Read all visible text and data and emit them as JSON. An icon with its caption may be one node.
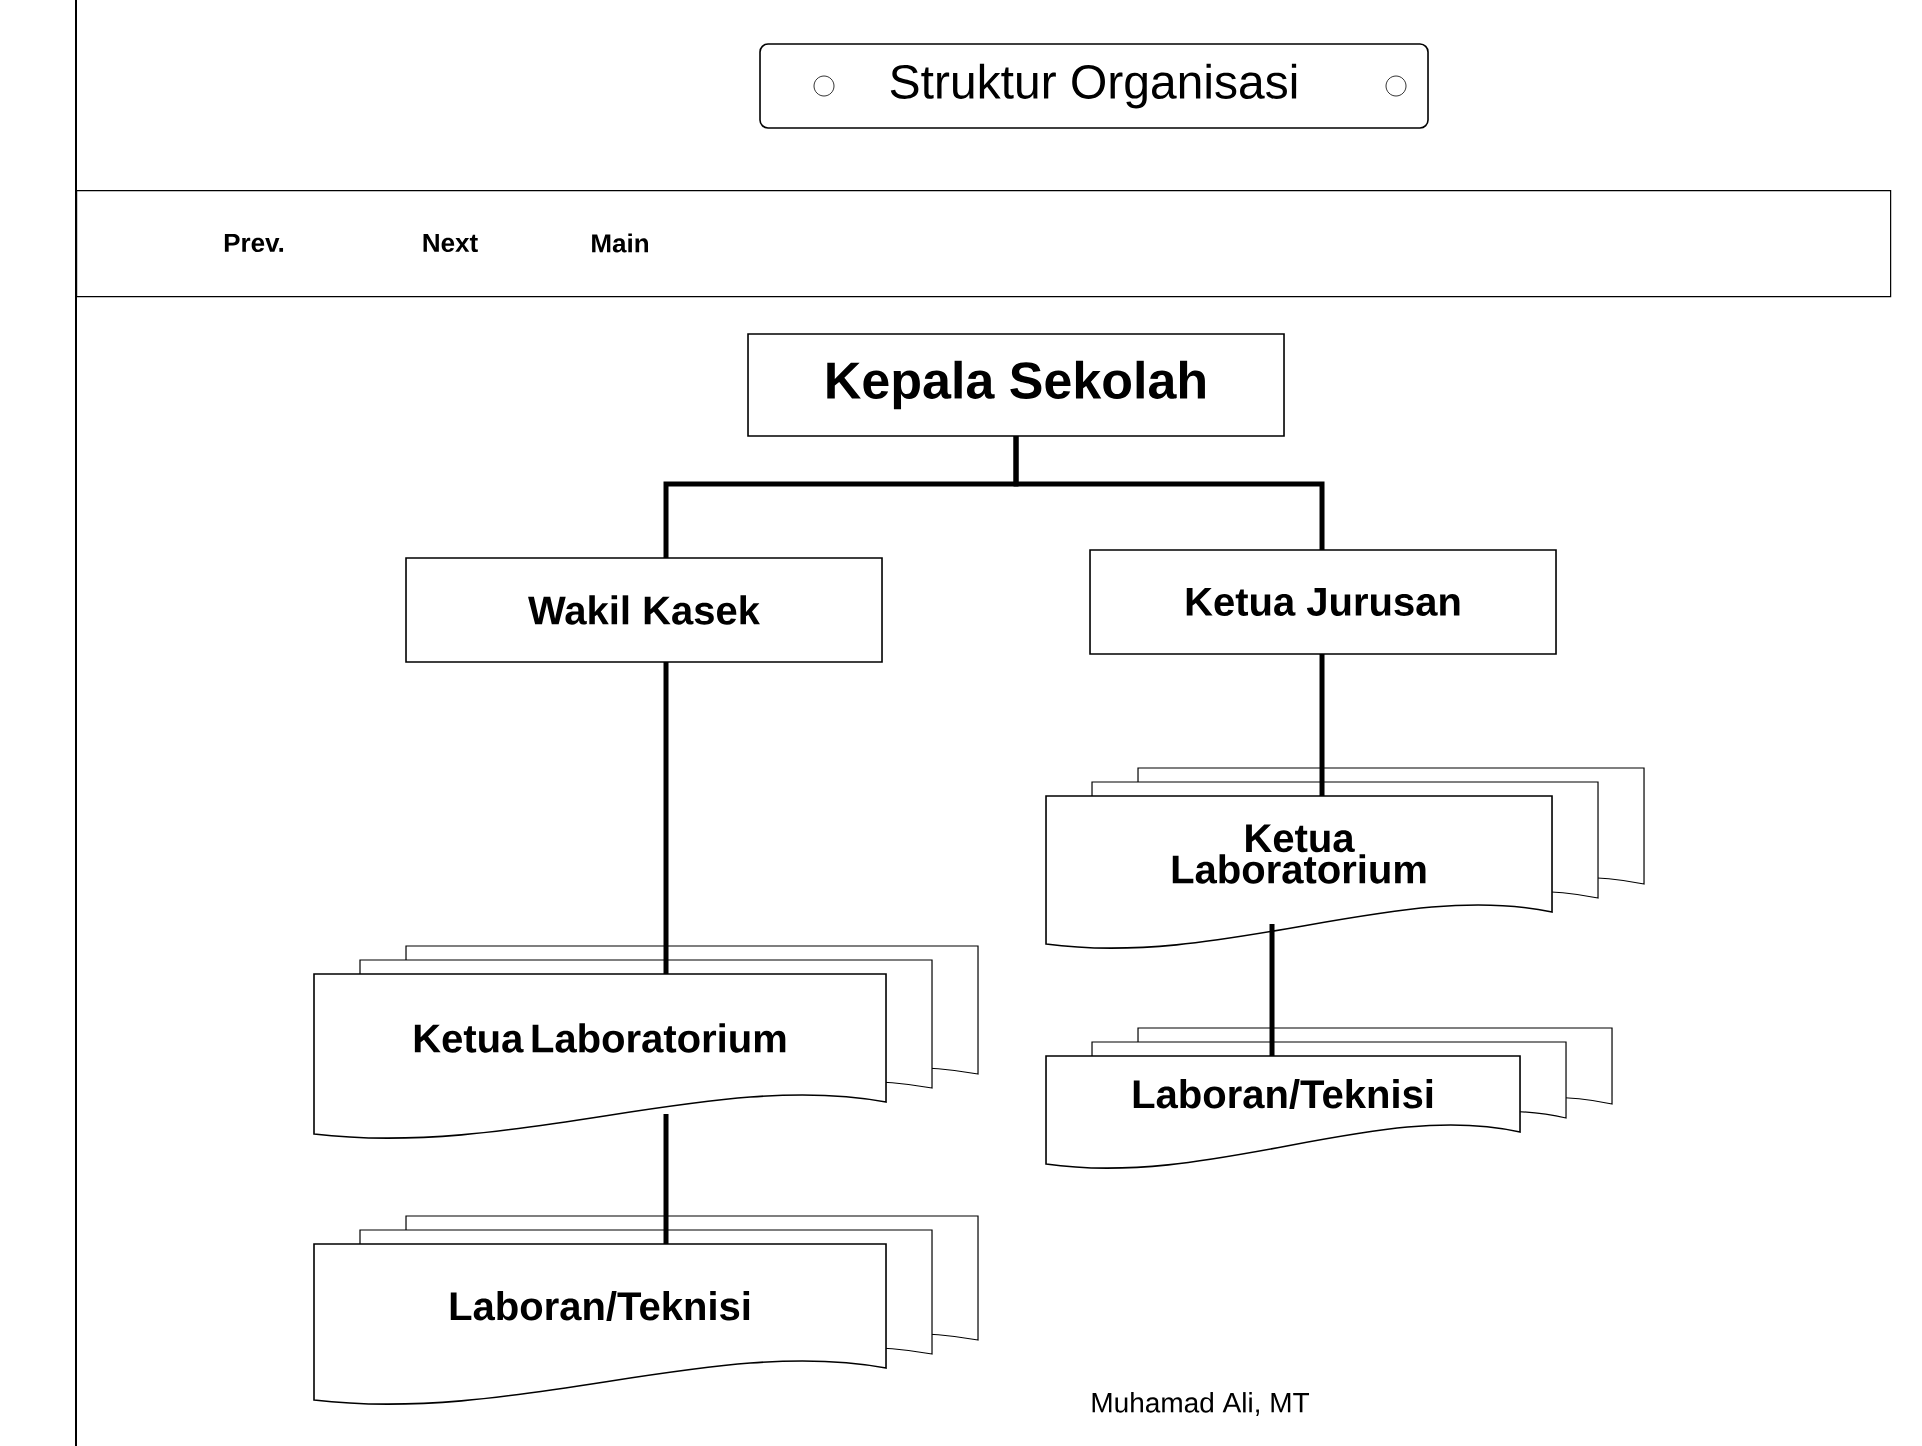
{
  "diagram": {
    "nodes": [
      {
        "text": [
          "Struktur Organisasi"
        ]
      },
      {
        "text": [
          "Prev.",
          "Next",
          "Main"
        ]
      },
      {
        "text": [
          "Kepala Sekolah"
        ]
      },
      {
        "text": [
          "Wakil Kasek"
        ]
      },
      {
        "text": [
          "Ketua Jurusan"
        ]
      },
      {
        "text": [
          "Ketua Laboratorium"
        ]
      },
      {
        "text": [
          "Ketua Laboratorium"
        ]
      },
      {
        "text": [
          "Laboran/Teknisi"
        ]
      },
      {
        "text": [
          "Laboran/Teknisi"
        ]
      }
    ],
    "edges": [
      {
        "from": 2,
        "to": 3,
        "arrow": "none"
      },
      {
        "from": 2,
        "to": 4,
        "arrow": "none"
      },
      {
        "from": 3,
        "to": 6,
        "arrow": "none"
      },
      {
        "from": 4,
        "to": 5,
        "arrow": "none"
      },
      {
        "from": 6,
        "to": 8,
        "arrow": "none"
      },
      {
        "from": 5,
        "to": 7,
        "arrow": "none"
      }
    ],
    "labels": [
      "Muhamad Ali, MT"
    ]
  }
}
